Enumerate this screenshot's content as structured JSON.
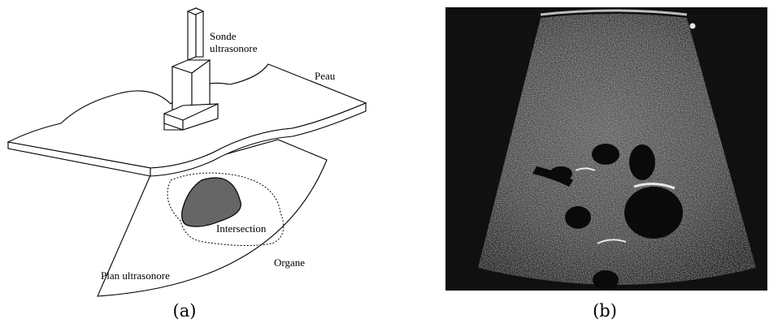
{
  "panel_a": {
    "caption": "(a)",
    "labels": {
      "probe_line1": "Sonde",
      "probe_line2": "ultrasonore",
      "skin": "Peau",
      "intersection": "Intersection",
      "organ": "Organe",
      "plane": "Plan ultrasonore"
    },
    "colors": {
      "stroke": "#000000",
      "intersection_fill": "#666666"
    }
  },
  "panel_b": {
    "caption": "(b)",
    "image_kind": "ultrasound-scan",
    "colors": {
      "background": "#101010",
      "speckle": "#8a8a8a",
      "cyst": "#0a0a0a"
    }
  }
}
